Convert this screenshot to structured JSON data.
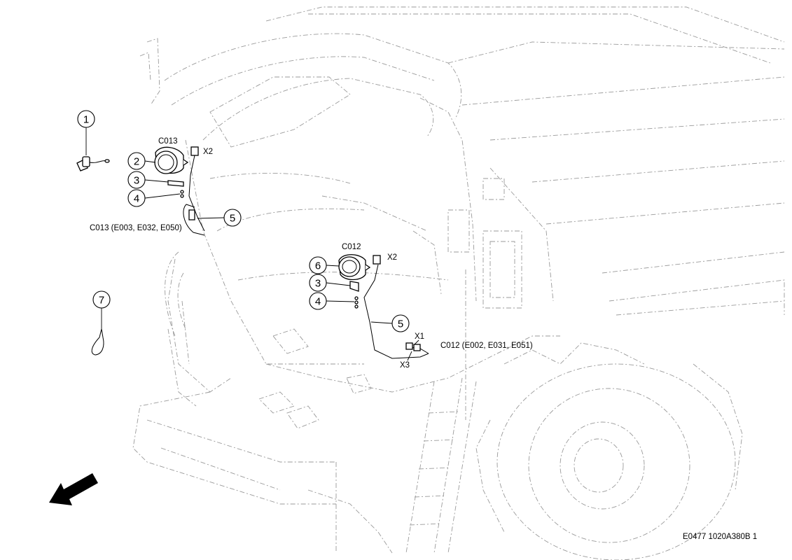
{
  "callouts": [
    {
      "num": "1"
    },
    {
      "num": "2"
    },
    {
      "num": "3"
    },
    {
      "num": "4"
    },
    {
      "num": "5"
    },
    {
      "num": "6"
    },
    {
      "num": "3"
    },
    {
      "num": "4"
    },
    {
      "num": "5"
    },
    {
      "num": "7"
    }
  ],
  "labels": {
    "lamp_left_top": "C013",
    "lamp_left_x2": "X2",
    "lamp_left_connector": "C013 (E003, E032, E050)",
    "lamp_right_top": "C012",
    "lamp_right_x2": "X2",
    "lamp_right_x1": "X1",
    "lamp_right_x3": "X3",
    "lamp_right_connector": "C012 (E002, E031, E051)"
  },
  "reference_code": "E0477 1020A380B 1"
}
